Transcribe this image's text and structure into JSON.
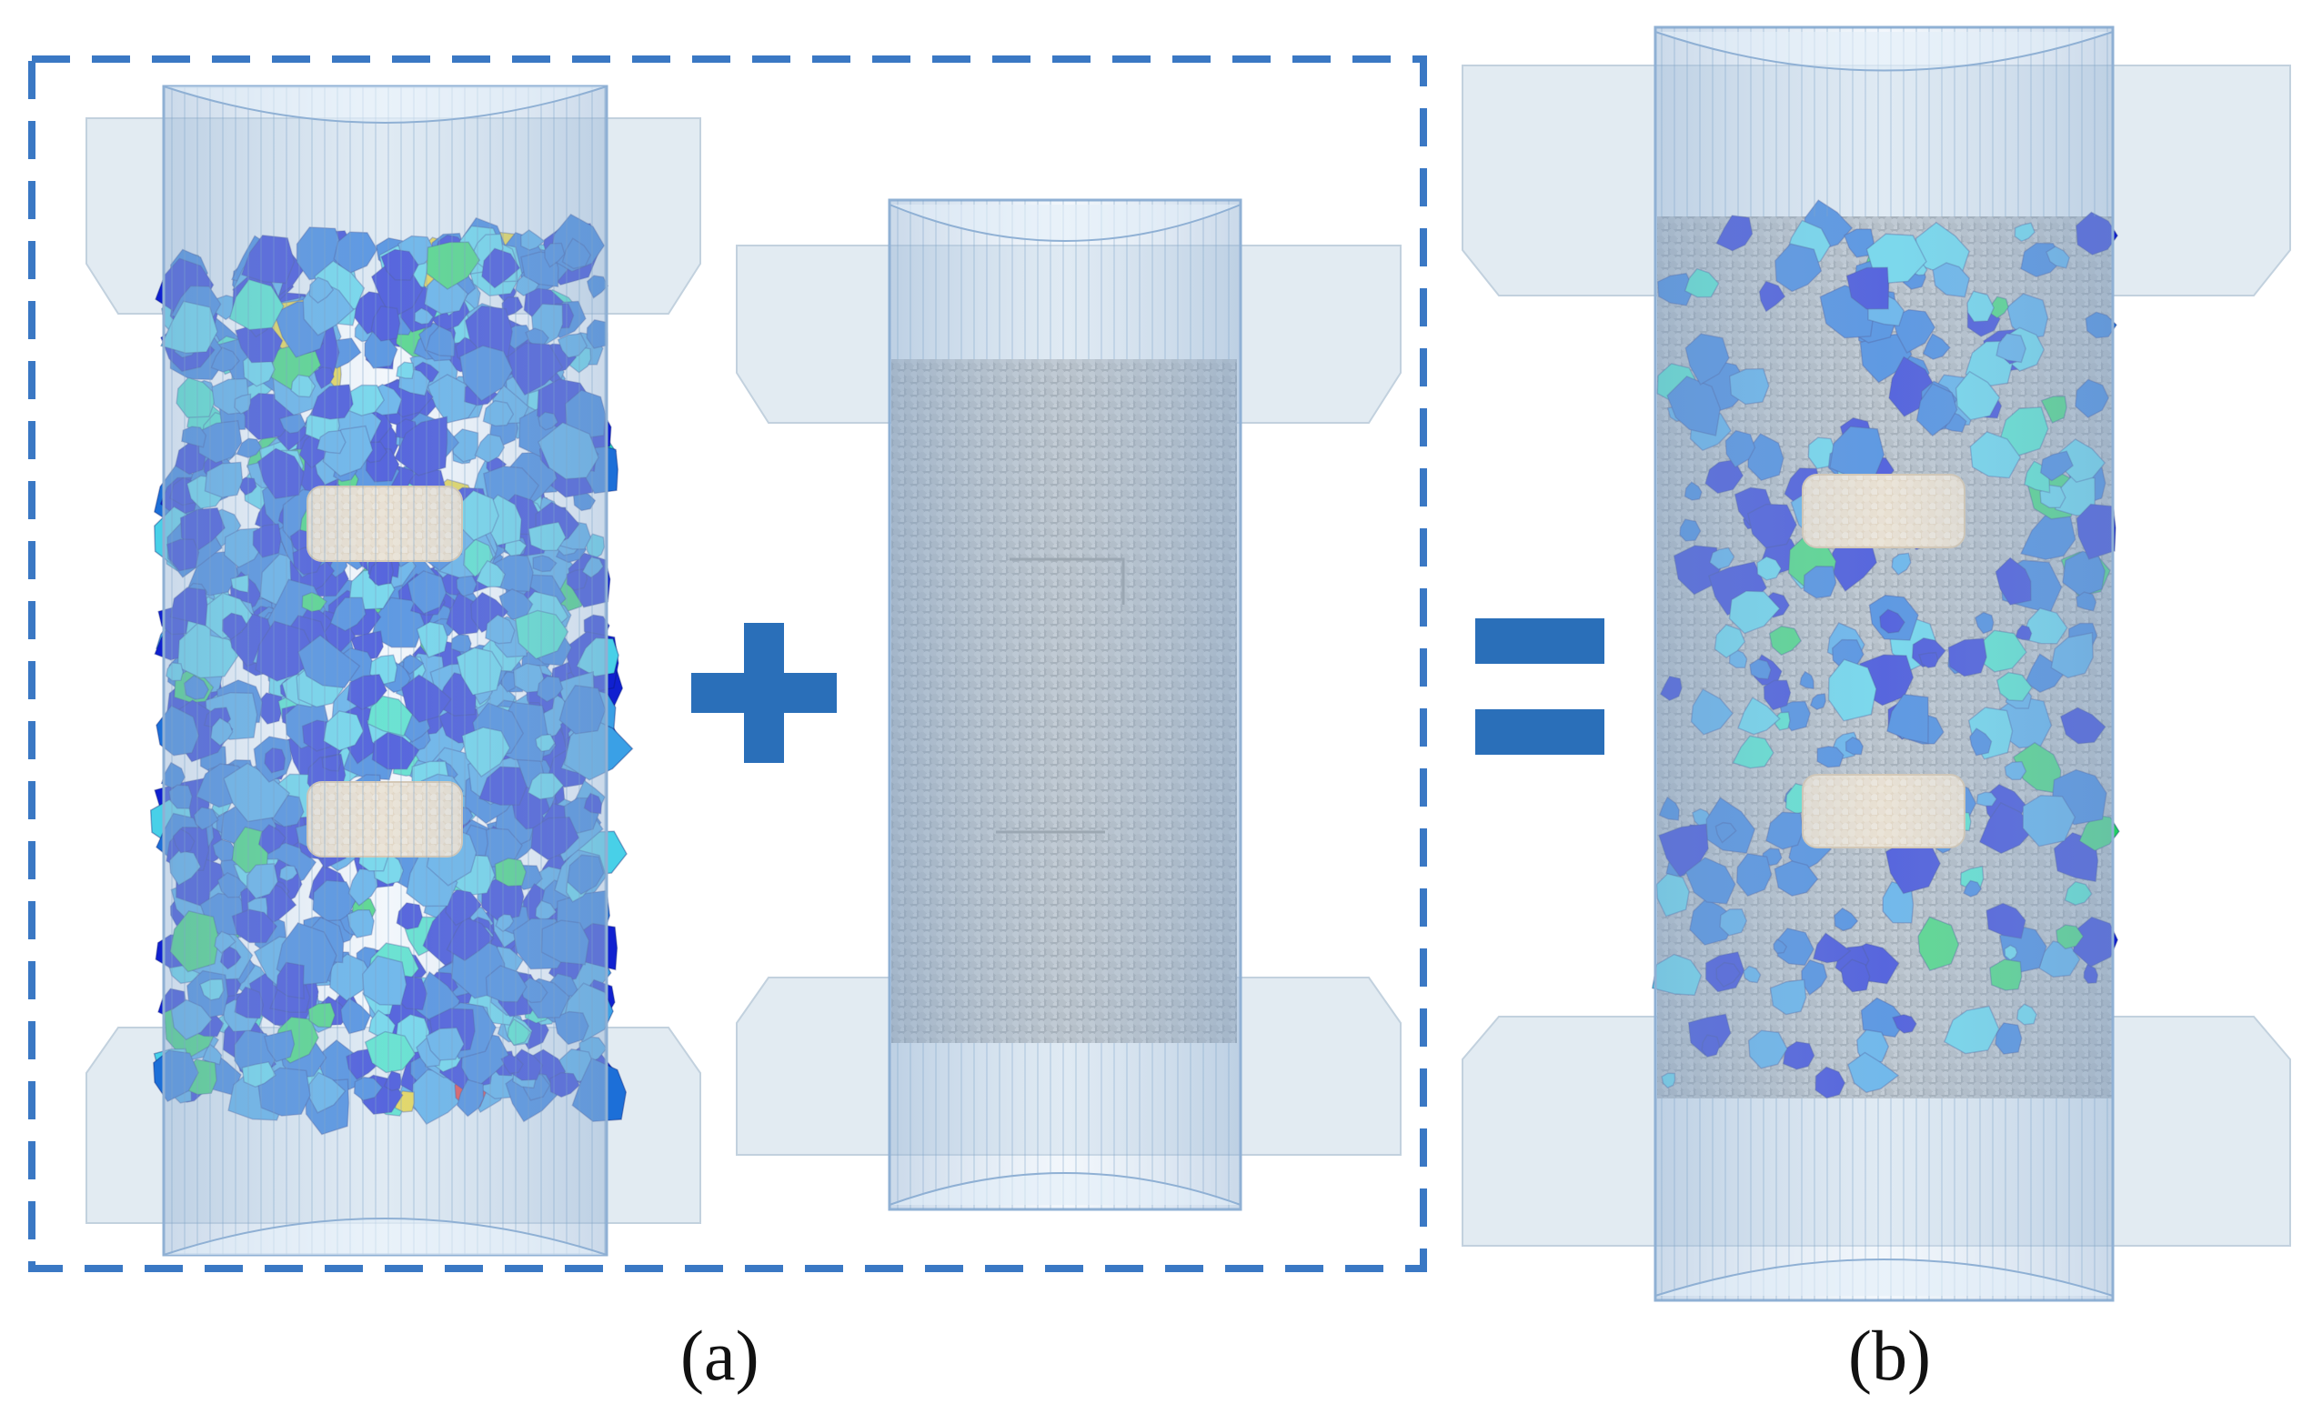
{
  "figure": {
    "panels": [
      {
        "id": "a",
        "label": "(a)",
        "parts": [
          "aggregate-specimen",
          "mortar-specimen"
        ],
        "operator": "+"
      },
      {
        "id": "b",
        "label": "(b)",
        "parts": [
          "combined-specimen"
        ],
        "operator": "="
      }
    ]
  },
  "colors": {
    "dashed_frame": "#3a78c4",
    "operator": "#2a6fb9",
    "cylinder_fill": "#cfe0f2",
    "cylinder_line": "#8fb0d4",
    "platen": "#dbe6ef",
    "mortar": "#9aa3ab",
    "inclusion": "#efd9b8",
    "aggregate_palette": [
      "#1020d0",
      "#1c6fd8",
      "#3aa0e6",
      "#48d0e8",
      "#2fe0c0",
      "#20d060",
      "#e8d020",
      "#e02020"
    ]
  }
}
